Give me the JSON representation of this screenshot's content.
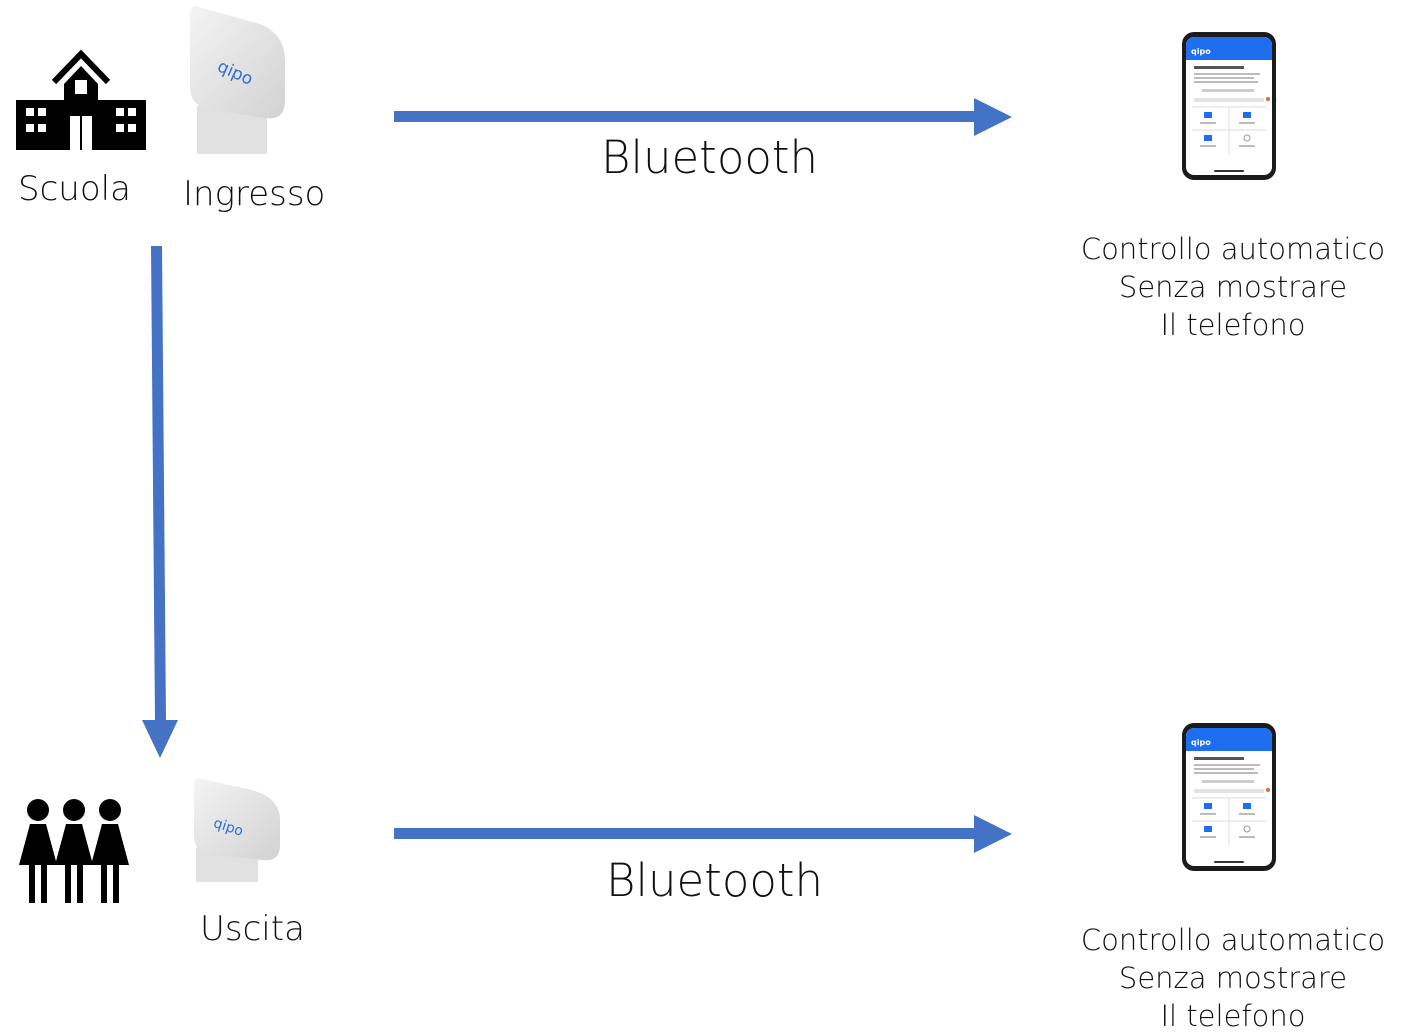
{
  "colors": {
    "arrow": "#4472c4",
    "device": "#e8e8e8",
    "device_logo": "#2f6fd6",
    "phone_screen_header": "#1e6ff0",
    "icons": "#000000"
  },
  "entrance": {
    "school_label": "Scuola",
    "device_label": "Ingresso",
    "school_icon": "school-building-icon",
    "device_icon": "beacon-device-icon",
    "device_logo_text": "qipo"
  },
  "exit": {
    "people_icon": "people-group-icon",
    "device_label": "Uscita",
    "device_icon": "beacon-device-icon",
    "device_logo_text": "qipo"
  },
  "top_flow": {
    "connection_label": "Bluetooth",
    "phone_icon": "smartphone-app-icon",
    "caption_lines": [
      "Controllo automatico",
      "Senza mostrare",
      "Il telefono"
    ]
  },
  "bottom_flow": {
    "connection_label": "Bluetooth",
    "phone_icon": "smartphone-app-icon",
    "caption_lines": [
      "Controllo automatico",
      "Senza mostrare",
      "Il telefono"
    ]
  },
  "phone_app": {
    "logo": "qipo"
  }
}
